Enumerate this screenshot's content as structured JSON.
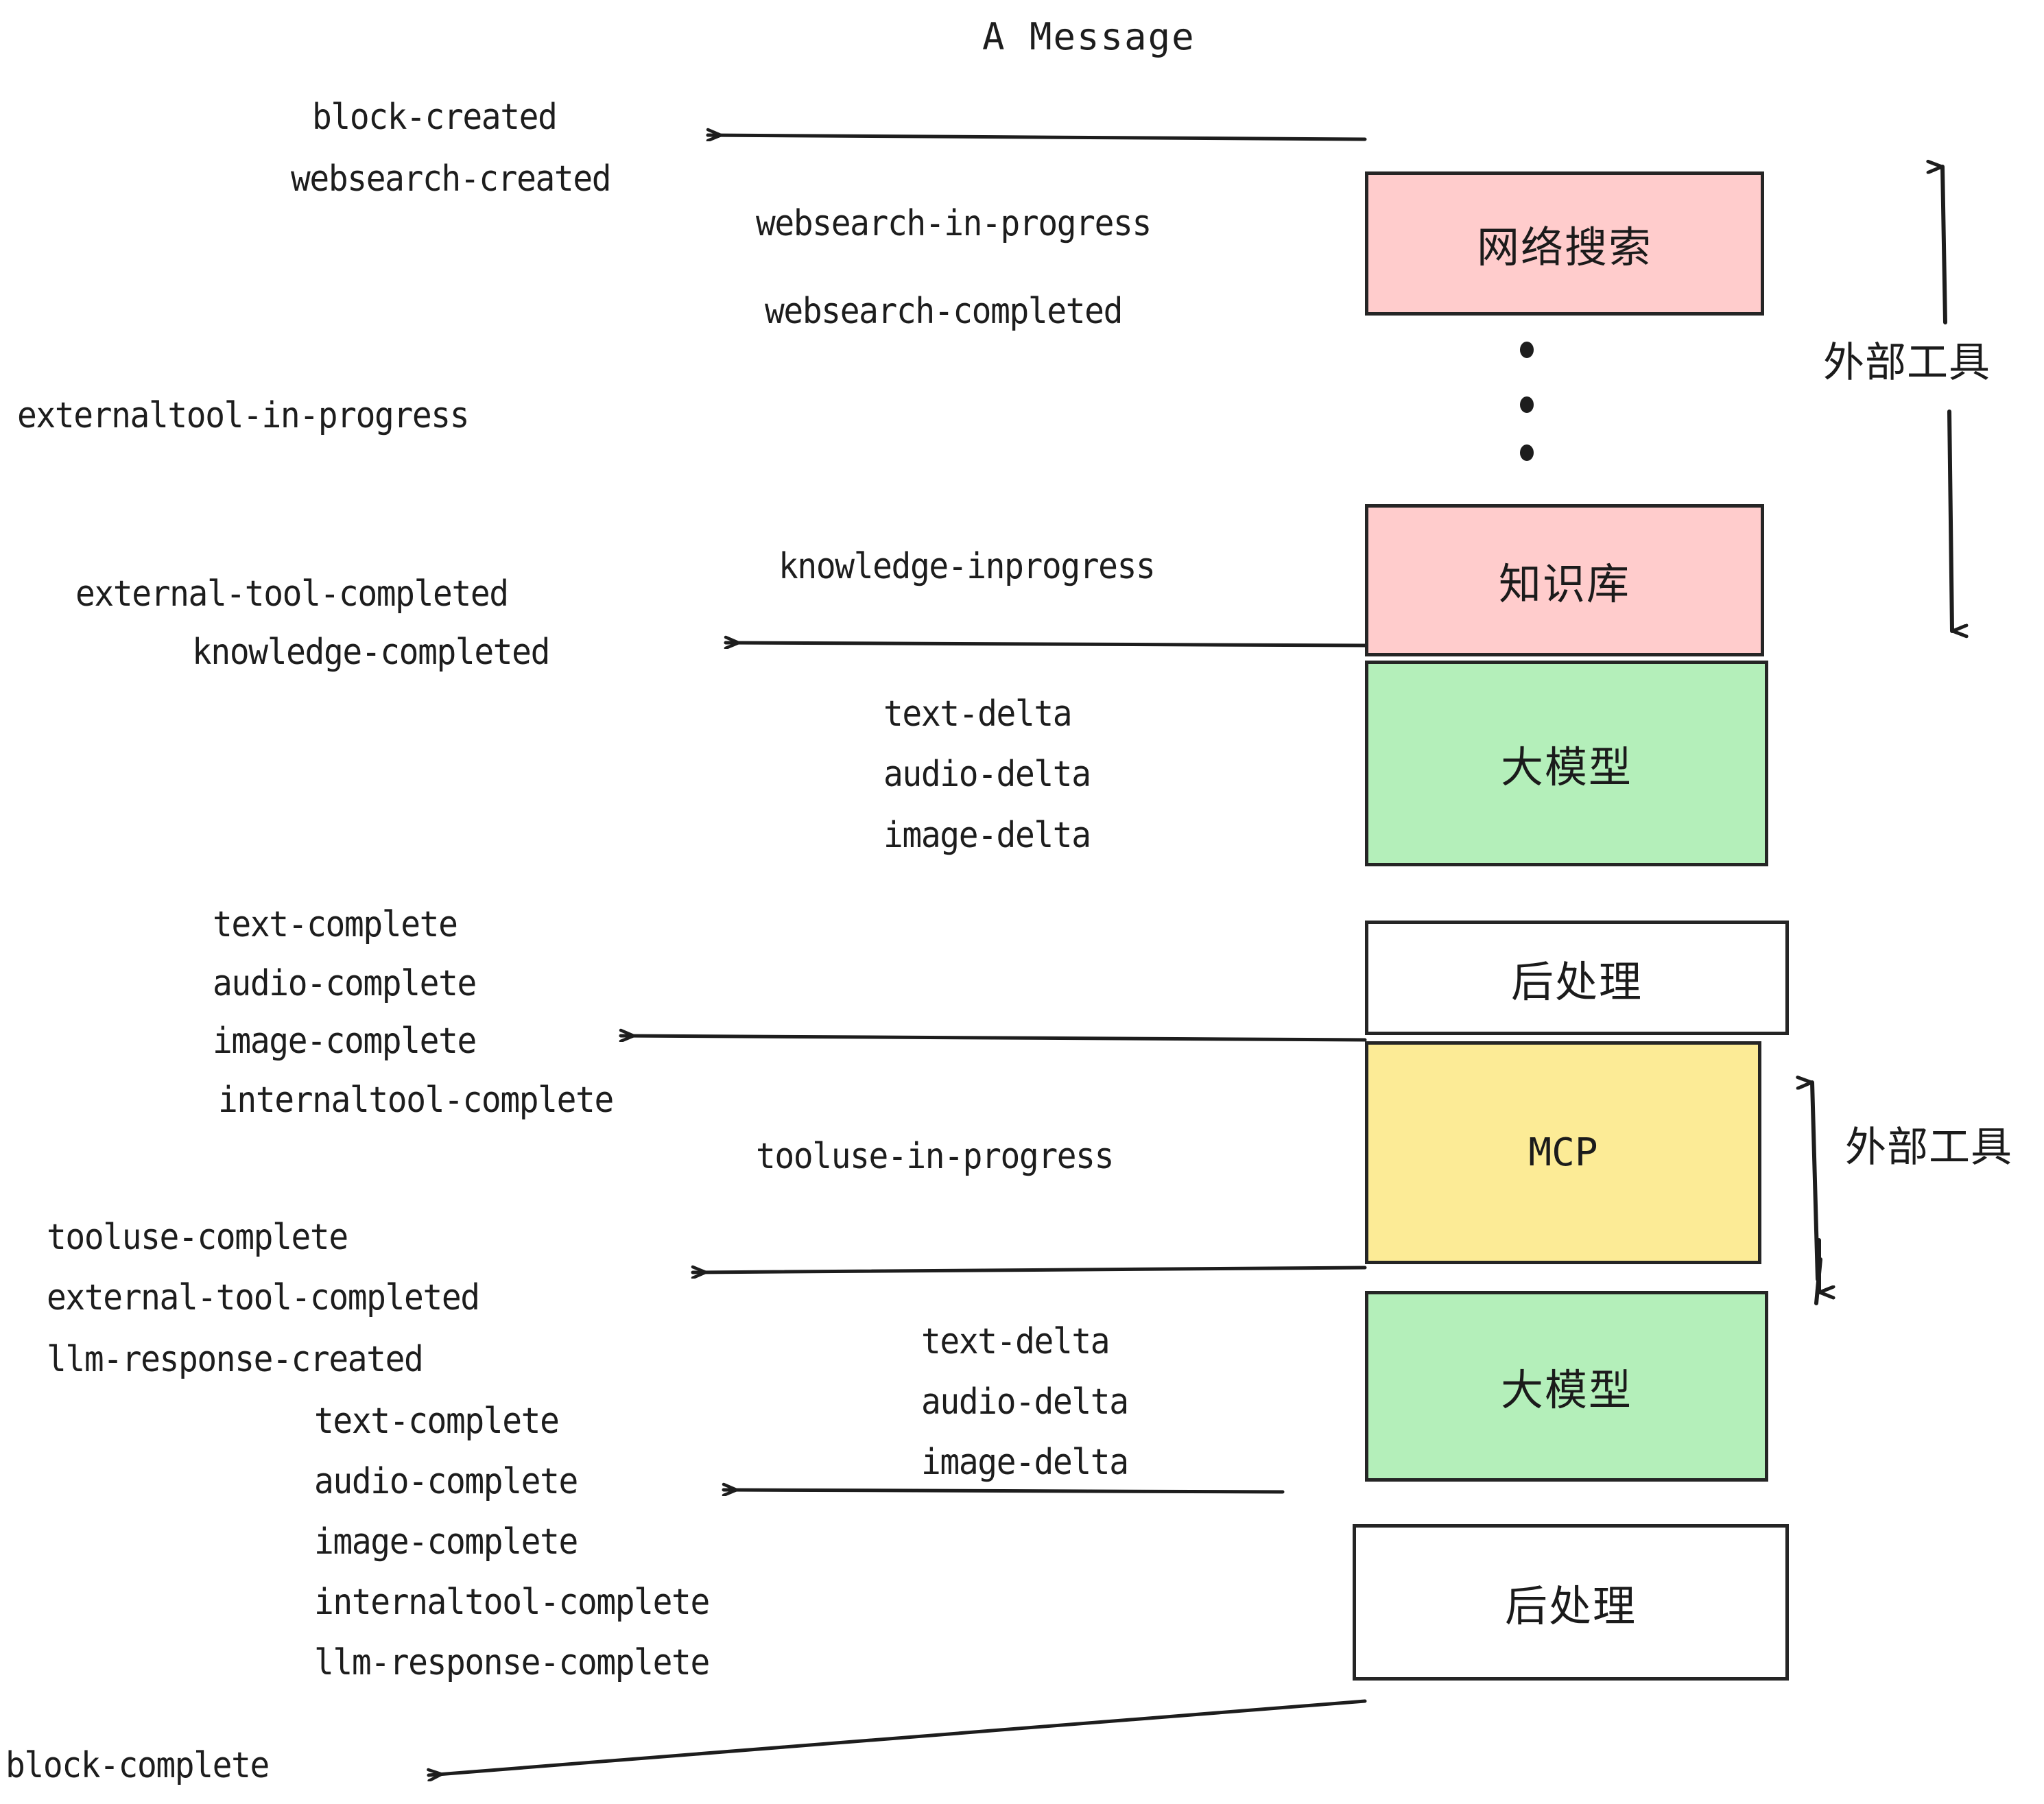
{
  "title": "A Message",
  "colors": {
    "pink": "#FFCCCC",
    "green": "#B4EFBA",
    "yellow": "#FCEB96",
    "white": "#FFFFFF",
    "stroke": "#252525",
    "text": "#1D1D1D"
  },
  "nodes": [
    {
      "id": "websearch",
      "label": "网络搜索",
      "fill": "#FFCCCC"
    },
    {
      "id": "knowledge",
      "label": "知识库",
      "fill": "#FFCCCC"
    },
    {
      "id": "llm-top",
      "label": "大模型",
      "fill": "#B4EFBA"
    },
    {
      "id": "postproc-top",
      "label": "后处理",
      "fill": "#FFFFFF"
    },
    {
      "id": "mcp",
      "label": "MCP",
      "fill": "#FCEB96"
    },
    {
      "id": "llm-bottom",
      "label": "大模型",
      "fill": "#B4EFBA"
    },
    {
      "id": "postproc-bot",
      "label": "后处理",
      "fill": "#FFFFFF"
    }
  ],
  "side_labels": {
    "external_tool_top": "外部工具",
    "external_tool_bottom": "外部工具"
  },
  "events": {
    "left_column": [
      "block-created",
      "websearch-created",
      "externaltool-in-progress",
      "external-tool-completed",
      "knowledge-completed",
      "text-complete",
      "audio-complete",
      "image-complete",
      "internaltool-complete",
      "tooluse-complete",
      "external-tool-completed",
      "llm-response-created",
      "text-complete",
      "audio-complete",
      "image-complete",
      "internaltool-complete",
      "llm-response-complete",
      "block-complete"
    ],
    "right_column": [
      "websearch-in-progress",
      "websearch-completed",
      "knowledge-inprogress",
      "text-delta",
      "audio-delta",
      "image-delta",
      "tooluse-in-progress",
      "text-delta",
      "audio-delta",
      "image-delta"
    ]
  },
  "labels": {
    "block_created": "block-created",
    "websearch_created": "websearch-created",
    "websearch_in_progress": "websearch-in-progress",
    "websearch_completed": "websearch-completed",
    "externaltool_in_progress": "externaltool-in-progress",
    "knowledge_inprogress": "knowledge-inprogress",
    "external_tool_completed_1": "external-tool-completed",
    "knowledge_completed": "knowledge-completed",
    "text_delta_1": "text-delta",
    "audio_delta_1": "audio-delta",
    "image_delta_1": "image-delta",
    "text_complete_1": "text-complete",
    "audio_complete_1": "audio-complete",
    "image_complete_1": "image-complete",
    "internaltool_complete_1": "internaltool-complete",
    "tooluse_in_progress": "tooluse-in-progress",
    "tooluse_complete": "tooluse-complete",
    "external_tool_completed_2": "external-tool-completed",
    "llm_response_created": "llm-response-created",
    "text_delta_2": "text-delta",
    "audio_delta_2": "audio-delta",
    "image_delta_2": "image-delta",
    "text_complete_2": "text-complete",
    "audio_complete_2": "audio-complete",
    "image_complete_2": "image-complete",
    "internaltool_complete_2": "internaltool-complete",
    "llm_response_complete": "llm-response-complete",
    "block_complete": "block-complete"
  },
  "chart_data": {
    "type": "diagram",
    "title": "A Message",
    "description": "Event-stream sequence diagram for a single message block",
    "nodes": [
      {
        "name": "网络搜索",
        "color": "pink",
        "y_range": [
          250,
          460
        ]
      },
      {
        "name": "知识库",
        "color": "pink",
        "y_range": [
          735,
          955
        ]
      },
      {
        "name": "大模型",
        "color": "green",
        "y_range": [
          963,
          1262
        ]
      },
      {
        "name": "后处理",
        "color": "white",
        "y_range": [
          1342,
          1508
        ]
      },
      {
        "name": "MCP",
        "color": "yellow",
        "y_range": [
          1518,
          1842
        ]
      },
      {
        "name": "大模型",
        "color": "green",
        "y_range": [
          1898,
          2160
        ]
      },
      {
        "name": "后处理",
        "color": "white",
        "y_range": [
          2222,
          2450
        ]
      }
    ],
    "flows": [
      {
        "from": "网络搜索",
        "to": "left",
        "events": [
          "block-created",
          "websearch-created"
        ]
      },
      {
        "from": "知识库",
        "to": "left",
        "events": [
          "external-tool-completed",
          "knowledge-completed"
        ]
      },
      {
        "from": "后处理",
        "to": "left",
        "events": [
          "text-complete",
          "audio-complete",
          "image-complete",
          "internaltool-complete"
        ]
      },
      {
        "from": "MCP",
        "to": "left",
        "events": [
          "tooluse-complete",
          "external-tool-completed",
          "llm-response-created"
        ]
      },
      {
        "from": "大模型",
        "to": "left",
        "events": [
          "text-complete",
          "audio-complete",
          "image-complete",
          "internaltool-complete",
          "llm-response-complete"
        ]
      },
      {
        "from": "后处理",
        "to": "left",
        "events": [
          "block-complete"
        ]
      }
    ]
  }
}
